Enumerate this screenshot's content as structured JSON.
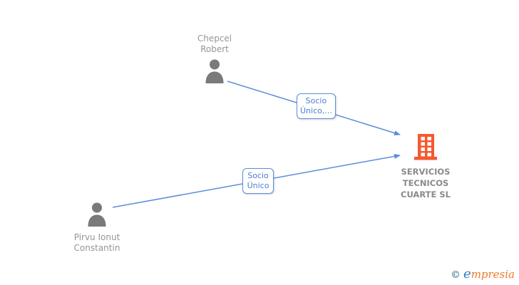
{
  "diagram": {
    "person_top": {
      "name": "Chepcel\nRobert"
    },
    "person_bottom": {
      "name": "Pirvu Ionut\nConstantin"
    },
    "company": {
      "name": "SERVICIOS\nTECNICOS\nCUARTE SL"
    },
    "edge_top": {
      "label": "Socio\nÚnico,..."
    },
    "edge_bottom": {
      "label": "Socio\nÚnico"
    }
  },
  "watermark": {
    "copyright_symbol": "©",
    "brand_initial": "e",
    "brand_rest": "mpresia"
  },
  "colors": {
    "edge_blue": "#5b8dd9",
    "edge_label_text": "#4a7fd0",
    "person_gray": "#7a7a7a",
    "building_orange": "#f4592f",
    "person_name_gray": "#959595",
    "company_name_gray": "#8a8a8a",
    "brand_blue": "#2f7cc0",
    "brand_orange": "#ee7a2a",
    "copyright_teal": "#5e8fa0"
  }
}
